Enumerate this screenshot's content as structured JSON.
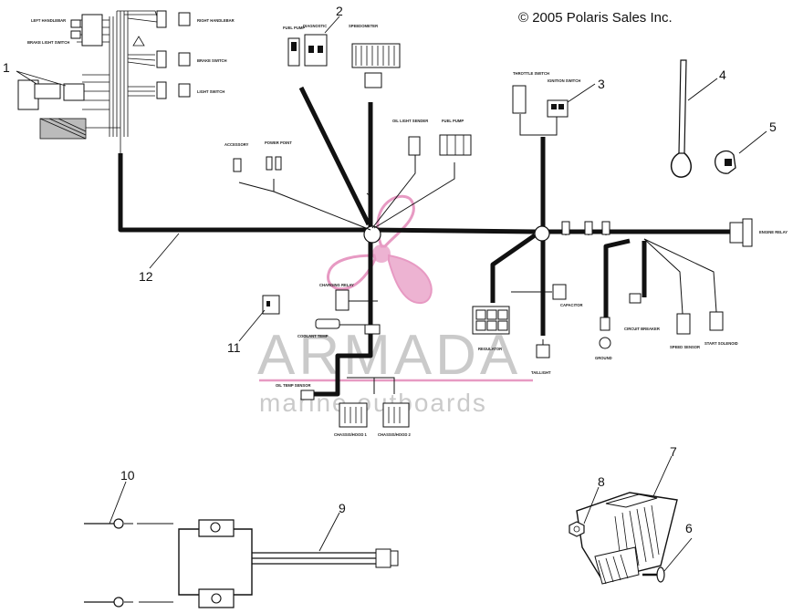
{
  "copyright": "© 2005 Polaris Sales Inc.",
  "callouts": [
    "1",
    "2",
    "3",
    "4",
    "5",
    "6",
    "7",
    "8",
    "9",
    "10",
    "11",
    "12"
  ],
  "watermark": {
    "main": "ARMADA",
    "sub": "marine outboards",
    "color": "#e79ac3"
  },
  "small_labels": {
    "left_handlebar": "LEFT HANDLEBAR",
    "brake_light_switch": "BRAKE LIGHT SWITCH",
    "right_handlebar": "RIGHT HANDLEBAR",
    "brake_switch": "BRAKE SWITCH",
    "light_switch": "LIGHT SWITCH",
    "fuel_pump": "FUEL PUMP",
    "diagnostic": "DIAGNOSTIC",
    "speedometer": "SPEEDOMETER",
    "accessory": "ACCESSORY",
    "power_point": "POWER POINT",
    "oil_light_sender": "OIL LIGHT SENDER",
    "fuel_pump_2": "FUEL PUMP",
    "throttle_switch": "THROTTLE SWITCH",
    "ignition_switch": "IGNITION SWITCH",
    "coolant_temp": "COOLANT TEMP",
    "charging_relay": "CHARGING RELAY",
    "regulator": "REGULATOR",
    "capacitor": "CAPACITOR",
    "taillight": "TAILLIGHT",
    "ground": "GROUND",
    "circuit_breaker": "CIRCUIT BREAKER",
    "speed_sensor": "SPEED SENSOR",
    "start_solenoid": "START SOLENOID",
    "oil_temp_sensor": "OIL TEMP SENSOR",
    "chassis_1": "CHASSIS/HOOD 1",
    "chassis_2": "CHASSIS/HOOD 2",
    "engine_relay": "ENGINE RELAY"
  }
}
